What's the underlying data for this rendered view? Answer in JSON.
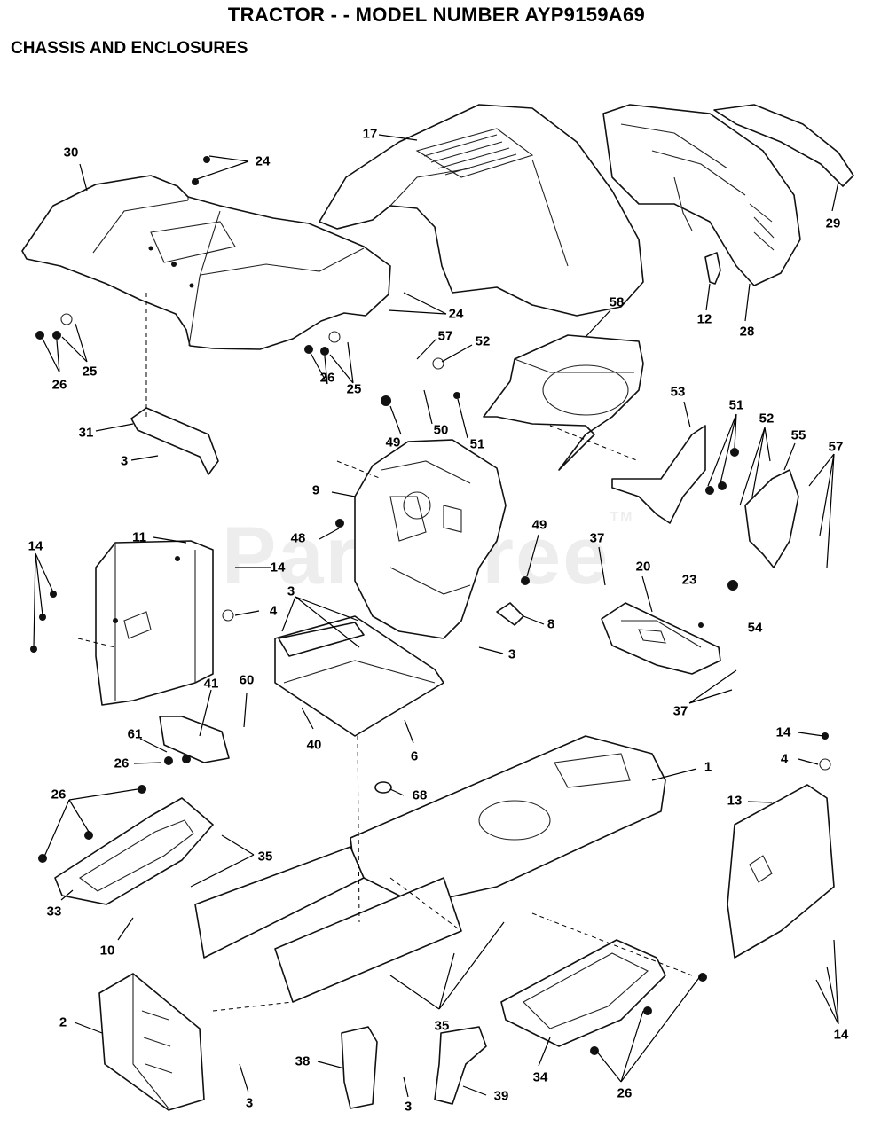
{
  "title": "TRACTOR - - MODEL NUMBER AYP9159A69",
  "subtitle": "CHASSIS AND ENCLOSURES",
  "watermark": "PartsTree",
  "watermark_tm": "TM",
  "callouts": [
    {
      "id": "c30",
      "label": "30"
    },
    {
      "id": "c24a",
      "label": "24"
    },
    {
      "id": "c17",
      "label": "17"
    },
    {
      "id": "c29",
      "label": "29"
    },
    {
      "id": "c12",
      "label": "12"
    },
    {
      "id": "c28",
      "label": "28"
    },
    {
      "id": "c24b",
      "label": "24"
    },
    {
      "id": "c25a",
      "label": "25"
    },
    {
      "id": "c26a",
      "label": "26"
    },
    {
      "id": "c25b",
      "label": "25"
    },
    {
      "id": "c26b",
      "label": "26"
    },
    {
      "id": "c57a",
      "label": "57"
    },
    {
      "id": "c52a",
      "label": "52"
    },
    {
      "id": "c58",
      "label": "58"
    },
    {
      "id": "c49a",
      "label": "49"
    },
    {
      "id": "c50",
      "label": "50"
    },
    {
      "id": "c51a",
      "label": "51"
    },
    {
      "id": "c31",
      "label": "31"
    },
    {
      "id": "c3a",
      "label": "3"
    },
    {
      "id": "c53",
      "label": "53"
    },
    {
      "id": "c51b",
      "label": "51"
    },
    {
      "id": "c52b",
      "label": "52"
    },
    {
      "id": "c55",
      "label": "55"
    },
    {
      "id": "c57b",
      "label": "57"
    },
    {
      "id": "c9",
      "label": "9"
    },
    {
      "id": "c14a",
      "label": "14"
    },
    {
      "id": "c11",
      "label": "11"
    },
    {
      "id": "c48",
      "label": "48"
    },
    {
      "id": "c14b",
      "label": "14"
    },
    {
      "id": "c49b",
      "label": "49"
    },
    {
      "id": "c37a",
      "label": "37"
    },
    {
      "id": "c20",
      "label": "20"
    },
    {
      "id": "c23",
      "label": "23"
    },
    {
      "id": "c54",
      "label": "54"
    },
    {
      "id": "c3b",
      "label": "3"
    },
    {
      "id": "c4a",
      "label": "4"
    },
    {
      "id": "c8",
      "label": "8"
    },
    {
      "id": "c3c",
      "label": "3"
    },
    {
      "id": "c37b",
      "label": "37"
    },
    {
      "id": "c41",
      "label": "41"
    },
    {
      "id": "c60",
      "label": "60"
    },
    {
      "id": "c40",
      "label": "40"
    },
    {
      "id": "c6",
      "label": "6"
    },
    {
      "id": "c61",
      "label": "61"
    },
    {
      "id": "c26c",
      "label": "26"
    },
    {
      "id": "c14c",
      "label": "14"
    },
    {
      "id": "c4b",
      "label": "4"
    },
    {
      "id": "c1",
      "label": "1"
    },
    {
      "id": "c13",
      "label": "13"
    },
    {
      "id": "c68",
      "label": "68"
    },
    {
      "id": "c26d",
      "label": "26"
    },
    {
      "id": "c35a",
      "label": "35"
    },
    {
      "id": "c33",
      "label": "33"
    },
    {
      "id": "c10",
      "label": "10"
    },
    {
      "id": "c2",
      "label": "2"
    },
    {
      "id": "c35b",
      "label": "35"
    },
    {
      "id": "c38",
      "label": "38"
    },
    {
      "id": "c3d",
      "label": "3"
    },
    {
      "id": "c39",
      "label": "39"
    },
    {
      "id": "c34",
      "label": "34"
    },
    {
      "id": "c26e",
      "label": "26"
    },
    {
      "id": "c14d",
      "label": "14"
    },
    {
      "id": "c3e",
      "label": "3"
    }
  ]
}
